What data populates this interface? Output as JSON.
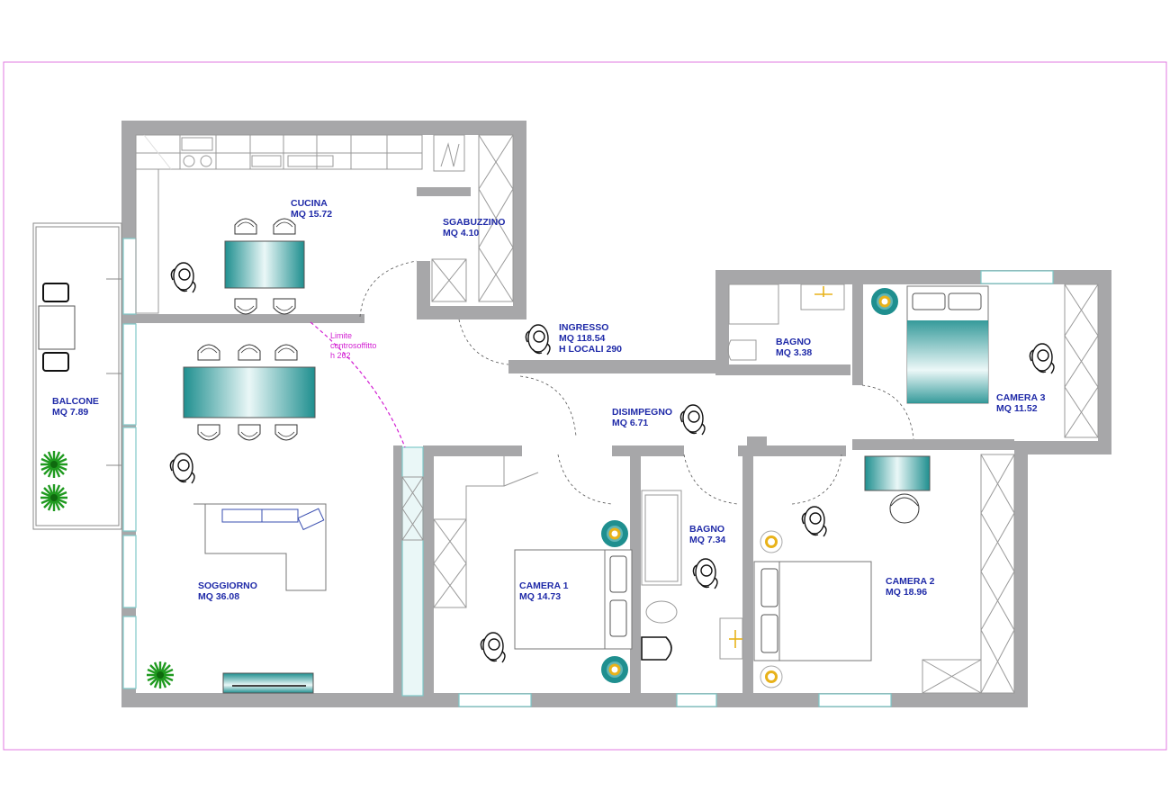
{
  "colors": {
    "wall": "#a7a7a9",
    "frame": "#e07ae0",
    "label": "#1f2aa8",
    "note": "#d21fd2",
    "furniture_teal": "#1f8f8f",
    "plant": "#1f9a1f",
    "lamp": "#e8b21a"
  },
  "rooms": {
    "cucina": {
      "name": "CUCINA",
      "area": "MQ 15.72"
    },
    "sgabuzzino": {
      "name": "SGABUZZINO",
      "area": "MQ 4.10"
    },
    "ingresso": {
      "name": "INGRESSO",
      "area": "MQ 118.54",
      "height": "H LOCALI 290"
    },
    "bagno_small": {
      "name": "BAGNO",
      "area": "MQ 3.38"
    },
    "camera3": {
      "name": "CAMERA 3",
      "area": "MQ 11.52"
    },
    "balcone": {
      "name": "BALCONE",
      "area": "MQ 7.89"
    },
    "disimpegno": {
      "name": "DISIMPEGNO",
      "area": "MQ 6.71"
    },
    "bagno_large": {
      "name": "BAGNO",
      "area": "MQ 7.34"
    },
    "camera1": {
      "name": "CAMERA 1",
      "area": "MQ 14.73"
    },
    "camera2": {
      "name": "CAMERA 2",
      "area": "MQ 18.96"
    },
    "soggiorno": {
      "name": "SOGGIORNO",
      "area": "MQ 36.08"
    }
  },
  "note": {
    "line1": "Limite",
    "line2": "controsoffitto",
    "line3": "h 262"
  }
}
